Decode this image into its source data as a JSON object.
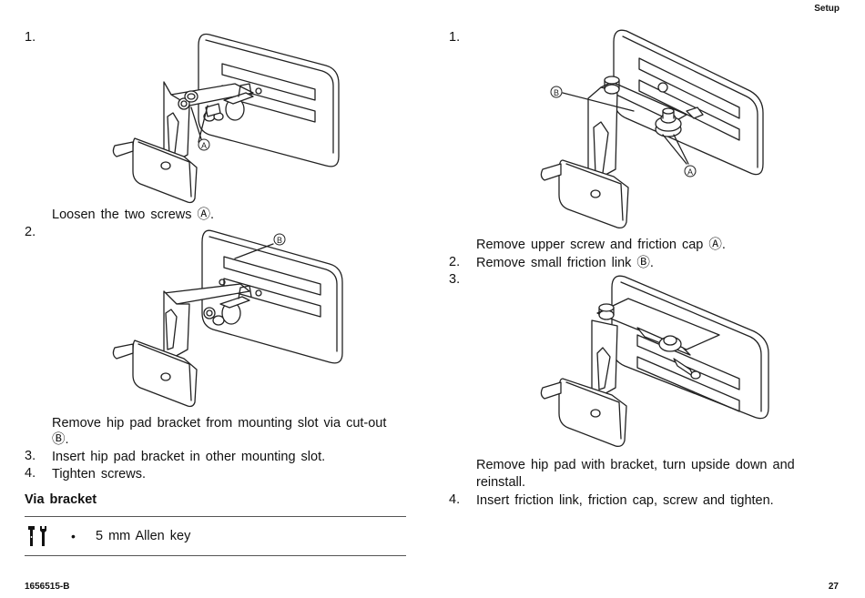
{
  "header": {
    "section": "Setup"
  },
  "left": {
    "step1": {
      "num": "1.",
      "callout": "A",
      "text": "Loosen the two screws Ⓐ."
    },
    "step2": {
      "num": "2.",
      "callout": "B",
      "text_line1": "Remove hip pad bracket from mounting slot via cut-out",
      "text_line2": "Ⓑ."
    },
    "step3": {
      "num": "3.",
      "text": "Insert hip pad bracket in other mounting slot."
    },
    "step4": {
      "num": "4.",
      "text": "Tighten screws."
    },
    "via_bracket": {
      "heading": "Via bracket",
      "tool_icon": "tools-icon",
      "bullet": "•",
      "tool": "5 mm Allen key"
    }
  },
  "right": {
    "step1": {
      "num": "1.",
      "callout_b": "B",
      "callout_a": "A",
      "text": "Remove upper screw and friction cap Ⓐ."
    },
    "step2": {
      "num": "2.",
      "text": "Remove small friction link Ⓑ."
    },
    "step3": {
      "num": "3.",
      "text_line1": "Remove hip pad with bracket, turn upside down and",
      "text_line2": "reinstall."
    },
    "step4": {
      "num": "4.",
      "text": "Insert friction link, friction cap, screw and tighten."
    }
  },
  "footer": {
    "doc_code": "1656515-B",
    "page": "27"
  }
}
